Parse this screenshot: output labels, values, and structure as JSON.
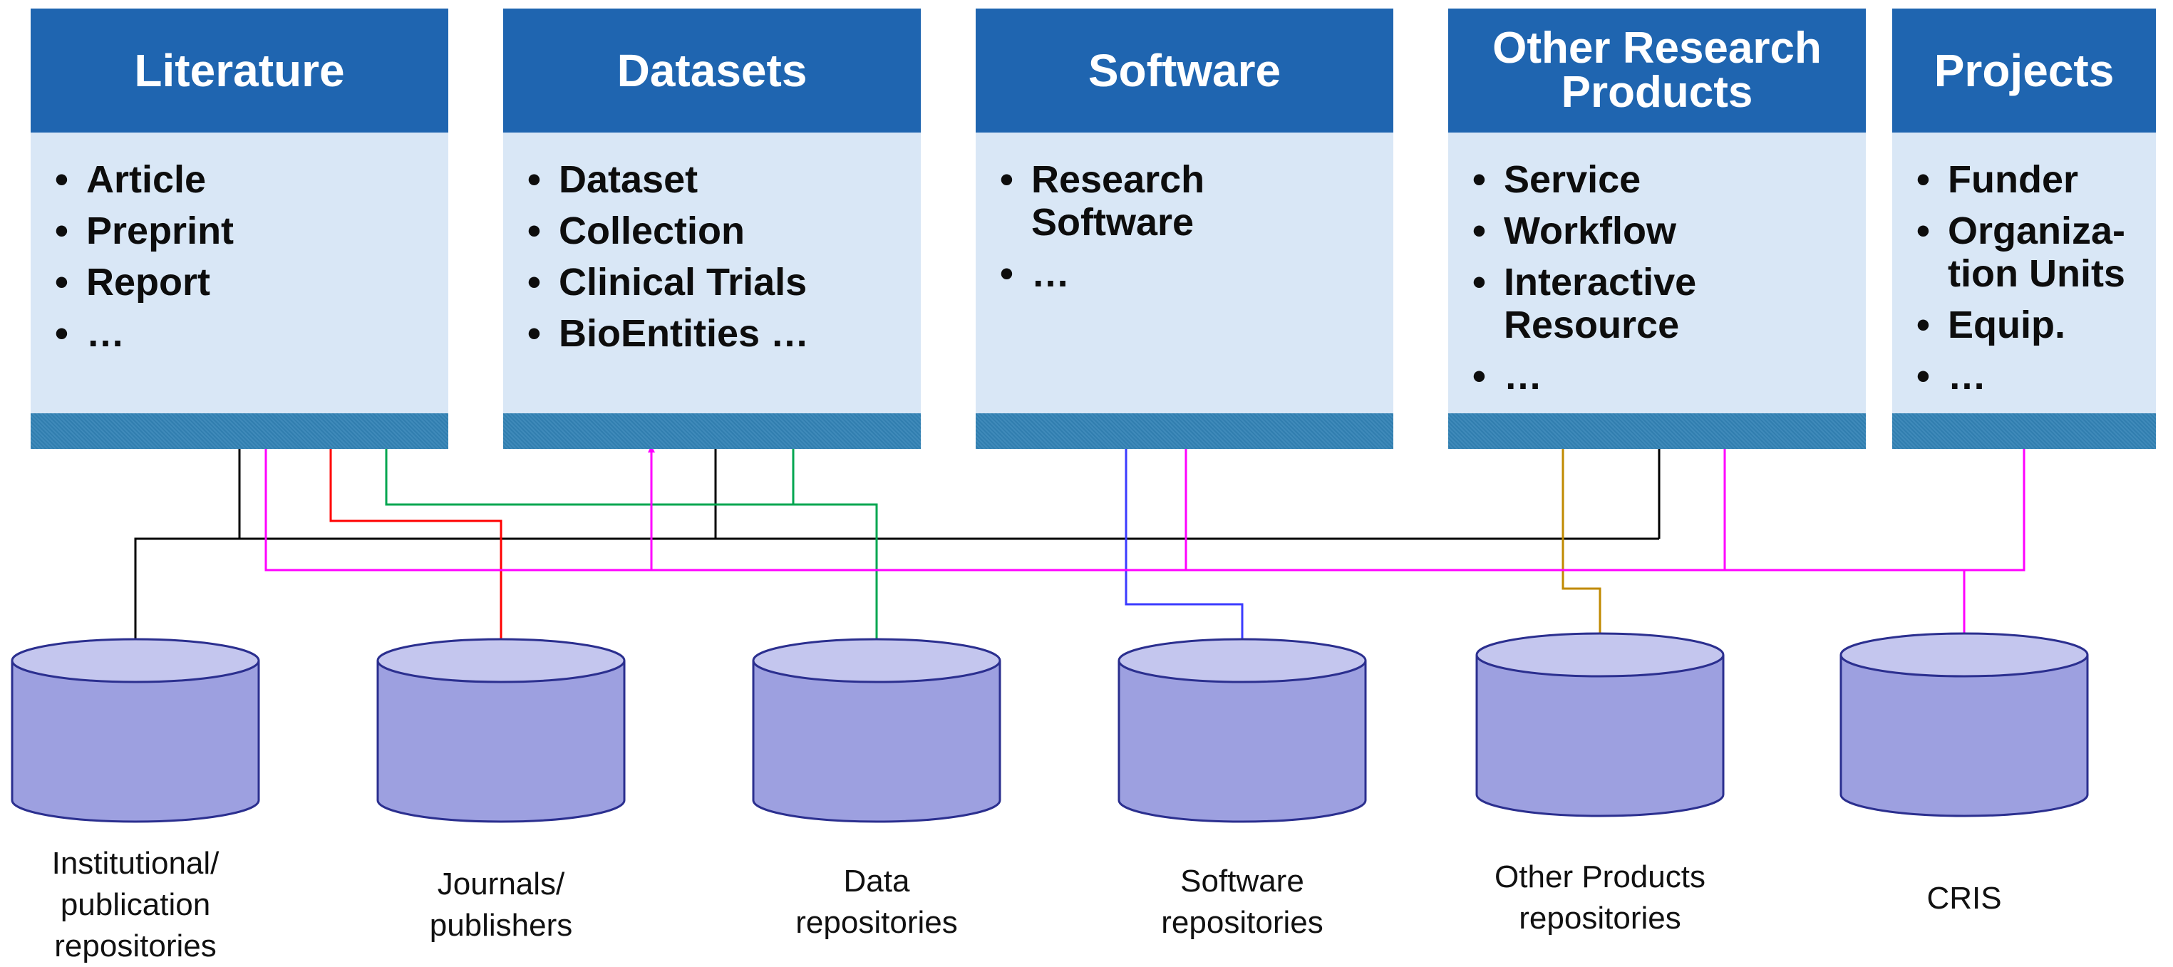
{
  "categories": [
    {
      "title": [
        "Literature"
      ],
      "items": [
        "Article",
        "Preprint",
        "Report",
        "…"
      ]
    },
    {
      "title": [
        "Datasets"
      ],
      "items": [
        "Dataset",
        "Collection",
        "Clinical Trials",
        "BioEntities …"
      ]
    },
    {
      "title": [
        "Software"
      ],
      "items": [
        "Research Software",
        "…"
      ]
    },
    {
      "title": [
        "Other Research",
        "Products"
      ],
      "items": [
        "Service",
        "Workflow",
        "Interactive Resource",
        "…"
      ]
    },
    {
      "title": [
        "Projects"
      ],
      "items": [
        "Funder",
        "Organiza-tion Units",
        "Equip.",
        "…"
      ]
    }
  ],
  "repositories": [
    {
      "label": [
        "Institutional/",
        "publication",
        "repositories"
      ]
    },
    {
      "label": [
        "Journals/",
        "publishers"
      ]
    },
    {
      "label": [
        "Data",
        "repositories"
      ]
    },
    {
      "label": [
        "Software",
        "repositories"
      ]
    },
    {
      "label": [
        "Other Products",
        "repositories"
      ]
    },
    {
      "label": [
        "CRIS"
      ]
    }
  ],
  "connections": [
    {
      "from": "Institutional/ publication repositories",
      "to": [
        "Literature",
        "Datasets",
        "Other Research Products"
      ],
      "color": "#000000"
    },
    {
      "from": "Journals/ publishers",
      "to": [
        "Literature"
      ],
      "color": "#ff0000"
    },
    {
      "from": "Data repositories",
      "to": [
        "Literature",
        "Datasets"
      ],
      "color": "#00a650"
    },
    {
      "from": "Software repositories",
      "to": [
        "Software"
      ],
      "color": "#3b3bff"
    },
    {
      "from": "Other Products repositories",
      "to": [
        "Other Research Products"
      ],
      "color": "#c08a00"
    },
    {
      "from": "CRIS",
      "to": [
        "Literature",
        "Datasets",
        "Software",
        "Other Research Products",
        "Projects"
      ],
      "color": "#ff00ff"
    }
  ],
  "colors": {
    "header": "#1f65b0",
    "body": "#d9e7f6",
    "footer": "#3383b6",
    "cylinder_side": "#9da0e0",
    "cylinder_top": "#c4c6ee",
    "cylinder_outline": "#2b2f8f"
  }
}
